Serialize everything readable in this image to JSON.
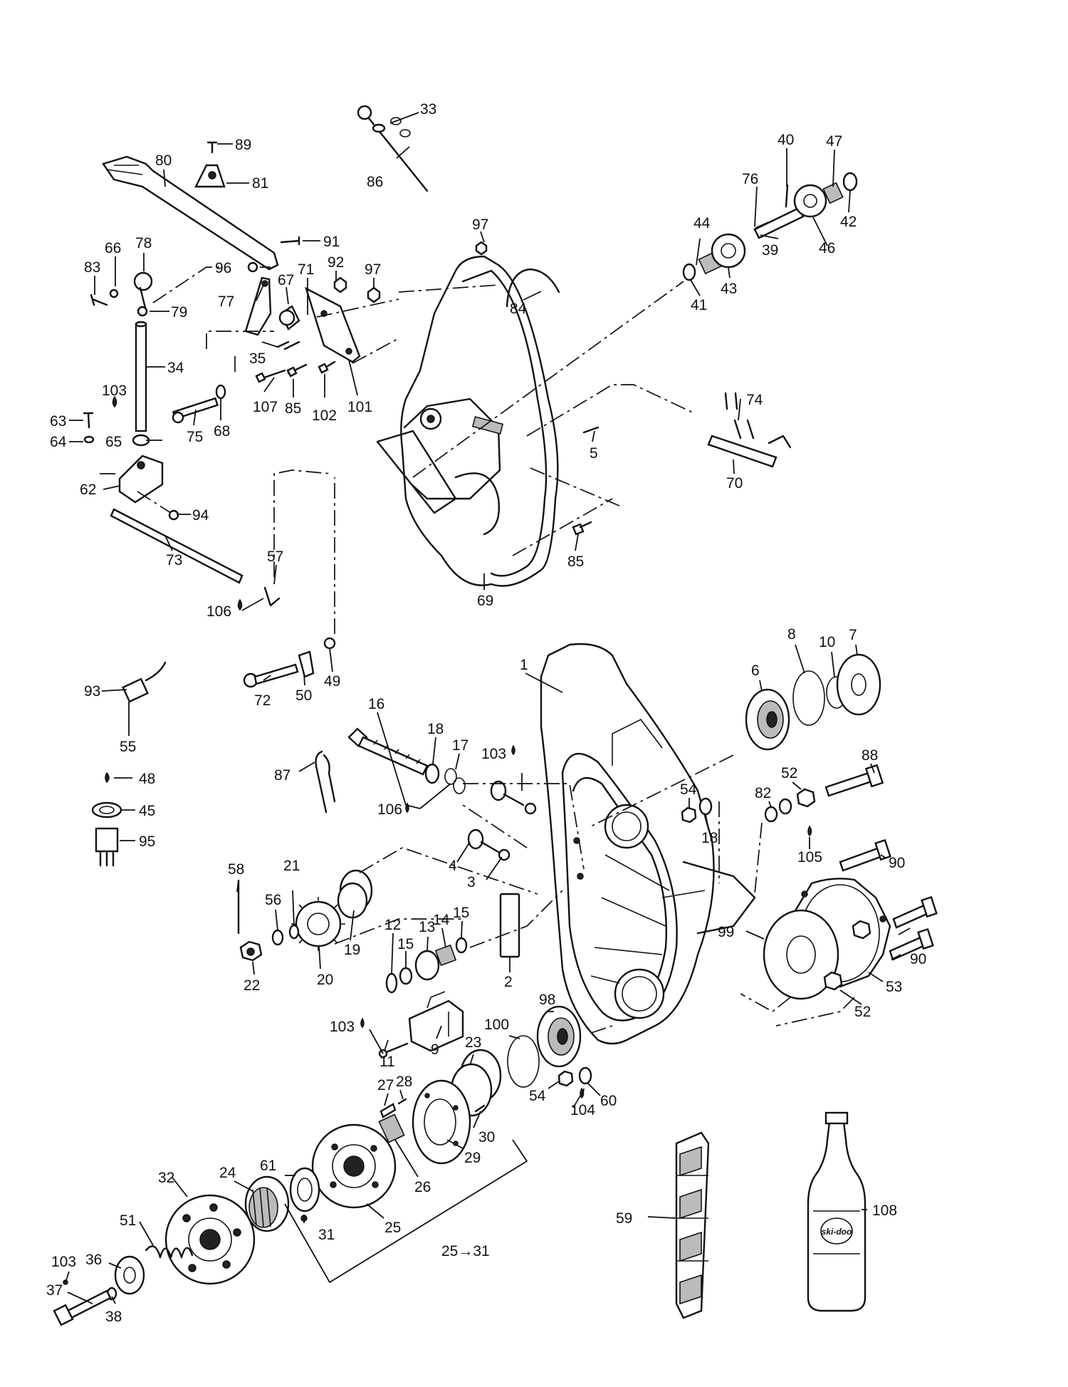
{
  "diagram": {
    "callouts": [
      {
        "id": "c1",
        "text": "1"
      },
      {
        "id": "c2",
        "text": "2"
      },
      {
        "id": "c3",
        "text": "3"
      },
      {
        "id": "c4",
        "text": "4"
      },
      {
        "id": "c5",
        "text": "5"
      },
      {
        "id": "c6",
        "text": "6"
      },
      {
        "id": "c7",
        "text": "7"
      },
      {
        "id": "c8",
        "text": "8"
      },
      {
        "id": "c9",
        "text": "9"
      },
      {
        "id": "c10",
        "text": "10"
      },
      {
        "id": "c11",
        "text": "11"
      },
      {
        "id": "c12",
        "text": "12"
      },
      {
        "id": "c13",
        "text": "13"
      },
      {
        "id": "c14",
        "text": "14"
      },
      {
        "id": "c15a",
        "text": "15"
      },
      {
        "id": "c15b",
        "text": "15"
      },
      {
        "id": "c16",
        "text": "16"
      },
      {
        "id": "c17",
        "text": "17"
      },
      {
        "id": "c18a",
        "text": "18"
      },
      {
        "id": "c18b",
        "text": "18"
      },
      {
        "id": "c19",
        "text": "19"
      },
      {
        "id": "c20",
        "text": "20"
      },
      {
        "id": "c21",
        "text": "21"
      },
      {
        "id": "c22",
        "text": "22"
      },
      {
        "id": "c23",
        "text": "23"
      },
      {
        "id": "c24",
        "text": "24"
      },
      {
        "id": "c25",
        "text": "25"
      },
      {
        "id": "c25r",
        "text": "25→31"
      },
      {
        "id": "c26",
        "text": "26"
      },
      {
        "id": "c27",
        "text": "27"
      },
      {
        "id": "c28",
        "text": "28"
      },
      {
        "id": "c29",
        "text": "29"
      },
      {
        "id": "c30",
        "text": "30"
      },
      {
        "id": "c31",
        "text": "31"
      },
      {
        "id": "c32",
        "text": "32"
      },
      {
        "id": "c33",
        "text": "33"
      },
      {
        "id": "c34",
        "text": "34"
      },
      {
        "id": "c35",
        "text": "35"
      },
      {
        "id": "c36",
        "text": "36"
      },
      {
        "id": "c37",
        "text": "37"
      },
      {
        "id": "c38",
        "text": "38"
      },
      {
        "id": "c39",
        "text": "39"
      },
      {
        "id": "c40",
        "text": "40"
      },
      {
        "id": "c41",
        "text": "41"
      },
      {
        "id": "c42",
        "text": "42"
      },
      {
        "id": "c43",
        "text": "43"
      },
      {
        "id": "c44",
        "text": "44"
      },
      {
        "id": "c45",
        "text": "45"
      },
      {
        "id": "c46",
        "text": "46"
      },
      {
        "id": "c47",
        "text": "47"
      },
      {
        "id": "c48",
        "text": "48"
      },
      {
        "id": "c49",
        "text": "49"
      },
      {
        "id": "c50",
        "text": "50"
      },
      {
        "id": "c51",
        "text": "51"
      },
      {
        "id": "c52a",
        "text": "52"
      },
      {
        "id": "c52b",
        "text": "52"
      },
      {
        "id": "c53",
        "text": "53"
      },
      {
        "id": "c54a",
        "text": "54"
      },
      {
        "id": "c54b",
        "text": "54"
      },
      {
        "id": "c55",
        "text": "55"
      },
      {
        "id": "c56",
        "text": "56"
      },
      {
        "id": "c57",
        "text": "57"
      },
      {
        "id": "c58",
        "text": "58"
      },
      {
        "id": "c59",
        "text": "59"
      },
      {
        "id": "c60",
        "text": "60"
      },
      {
        "id": "c61",
        "text": "61"
      },
      {
        "id": "c62",
        "text": "62"
      },
      {
        "id": "c63",
        "text": "63"
      },
      {
        "id": "c64",
        "text": "64"
      },
      {
        "id": "c65",
        "text": "65"
      },
      {
        "id": "c66",
        "text": "66"
      },
      {
        "id": "c67",
        "text": "67"
      },
      {
        "id": "c68",
        "text": "68"
      },
      {
        "id": "c69",
        "text": "69"
      },
      {
        "id": "c70",
        "text": "70"
      },
      {
        "id": "c71",
        "text": "71"
      },
      {
        "id": "c72",
        "text": "72"
      },
      {
        "id": "c73",
        "text": "73"
      },
      {
        "id": "c74",
        "text": "74"
      },
      {
        "id": "c75",
        "text": "75"
      },
      {
        "id": "c76",
        "text": "76"
      },
      {
        "id": "c77",
        "text": "77"
      },
      {
        "id": "c78",
        "text": "78"
      },
      {
        "id": "c79",
        "text": "79"
      },
      {
        "id": "c80",
        "text": "80"
      },
      {
        "id": "c81",
        "text": "81"
      },
      {
        "id": "c82",
        "text": "82"
      },
      {
        "id": "c83",
        "text": "83"
      },
      {
        "id": "c84",
        "text": "84"
      },
      {
        "id": "c85a",
        "text": "85"
      },
      {
        "id": "c85b",
        "text": "85"
      },
      {
        "id": "c86",
        "text": "86"
      },
      {
        "id": "c87",
        "text": "87"
      },
      {
        "id": "c88",
        "text": "88"
      },
      {
        "id": "c89",
        "text": "89"
      },
      {
        "id": "c90a",
        "text": "90"
      },
      {
        "id": "c90b",
        "text": "90"
      },
      {
        "id": "c91",
        "text": "91"
      },
      {
        "id": "c92",
        "text": "92"
      },
      {
        "id": "c93",
        "text": "93"
      },
      {
        "id": "c94",
        "text": "94"
      },
      {
        "id": "c95",
        "text": "95"
      },
      {
        "id": "c96",
        "text": "96"
      },
      {
        "id": "c97a",
        "text": "97"
      },
      {
        "id": "c97b",
        "text": "97"
      },
      {
        "id": "c98",
        "text": "98"
      },
      {
        "id": "c99",
        "text": "99"
      },
      {
        "id": "c100",
        "text": "100"
      },
      {
        "id": "c101",
        "text": "101"
      },
      {
        "id": "c102",
        "text": "102"
      },
      {
        "id": "c103a",
        "text": "103"
      },
      {
        "id": "c103b",
        "text": "103"
      },
      {
        "id": "c103c",
        "text": "103"
      },
      {
        "id": "c103d",
        "text": "103"
      },
      {
        "id": "c104",
        "text": "104"
      },
      {
        "id": "c105",
        "text": "105"
      },
      {
        "id": "c106a",
        "text": "106"
      },
      {
        "id": "c106b",
        "text": "106"
      },
      {
        "id": "c107",
        "text": "107"
      },
      {
        "id": "c108",
        "text": "108"
      }
    ],
    "oil_bottle_label": "ski-doo"
  }
}
